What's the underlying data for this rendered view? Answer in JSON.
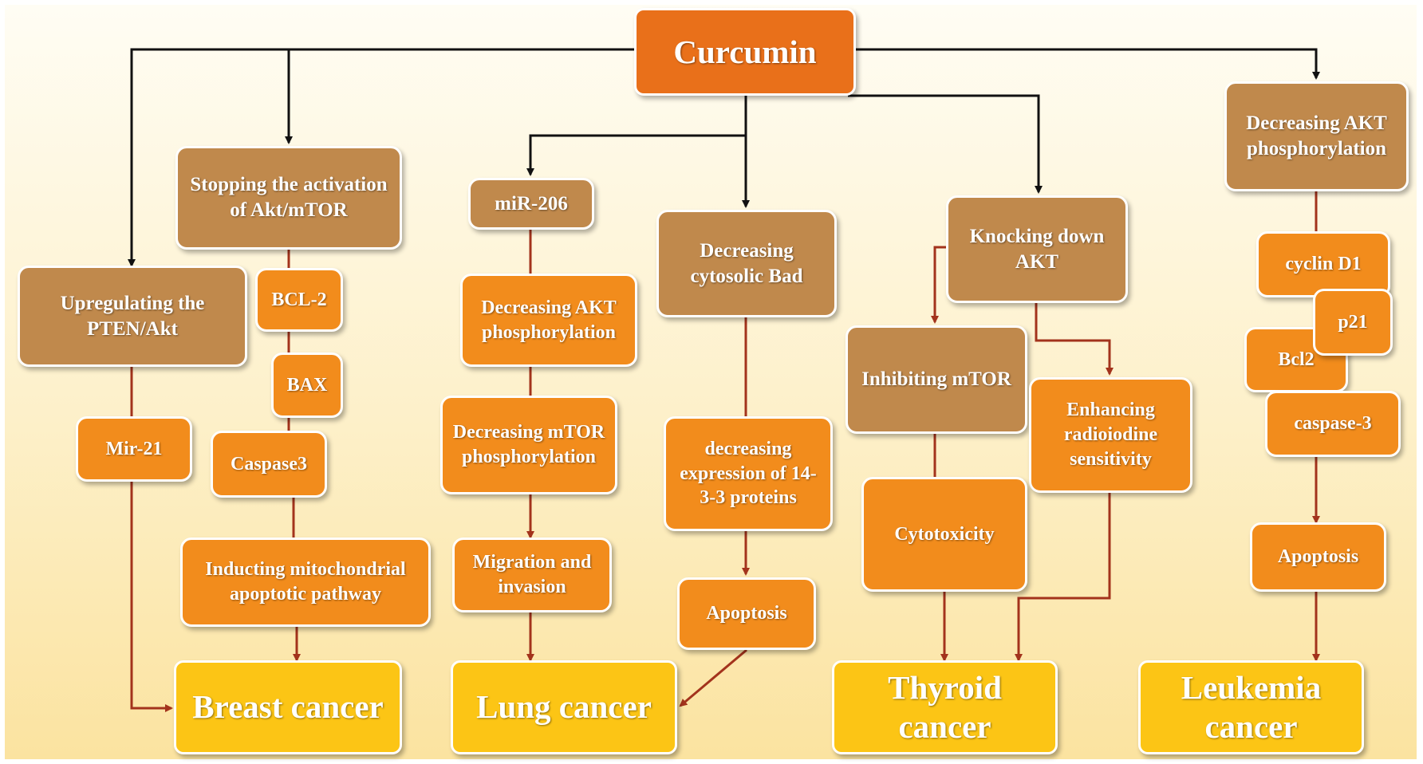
{
  "colors": {
    "root": "#e9701a",
    "mechanism": "#c0894c",
    "mediator": "#f28c1c",
    "cancer": "#fcc515",
    "black_arrow": "#111111",
    "red_arrow": "#a3331c"
  },
  "root": "Curcumin",
  "mechanisms": {
    "pten": "Upregulating the PTEN/Akt",
    "akt_mtor": "Stopping the activation of Akt/mTOR",
    "mir206": "miR-206",
    "bad": "Decreasing cytosolic Bad",
    "knock_akt": "Knocking down AKT",
    "dec_akt": "Decreasing AKT phosphorylation",
    "inh_mtor": "Inhibiting mTOR"
  },
  "mediators": {
    "mir21": "Mir-21",
    "bcl2": "BCL-2",
    "bax": "BAX",
    "caspase3": "Caspase3",
    "mito": "Inducting mitochondrial apoptotic pathway",
    "akt_phos": "Decreasing AKT phosphorylation",
    "mtor_phos": "Decreasing mTOR phosphorylation",
    "migration": "Migration and invasion",
    "protein1433": "decreasing expression of 14-3-3 proteins",
    "apoptosis_lung": "Apoptosis",
    "radioiodine": "Enhancing radioiodine sensitivity",
    "cytotoxicity": "Cytotoxicity",
    "cyclin": "cyclin D1",
    "p21": "p21",
    "bcl2_leuk": "Bcl2",
    "caspase3_leuk": "caspase-3",
    "apoptosis_leuk": "Apoptosis"
  },
  "cancers": {
    "breast": "Breast cancer",
    "lung": "Lung cancer",
    "thyroid": "Thyroid cancer",
    "leukemia": "Leukemia cancer"
  }
}
